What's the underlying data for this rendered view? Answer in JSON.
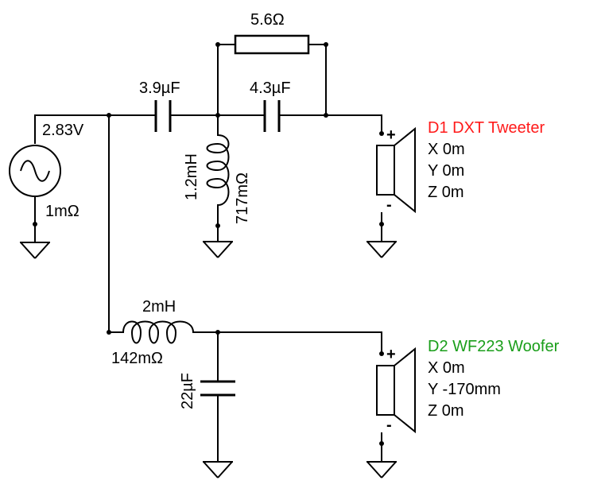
{
  "source": {
    "voltage": "2.83V",
    "resistance": "1mΩ"
  },
  "tweeter_filter": {
    "r_parallel": "5.6Ω",
    "c1": "3.9µF",
    "c2": "4.3µF",
    "l_value": "1.2mH",
    "l_resistance": "717mΩ"
  },
  "woofer_filter": {
    "l_value": "2mH",
    "l_resistance": "142mΩ",
    "c_value": "22µF"
  },
  "drivers": [
    {
      "name": "D1 DXT Tweeter",
      "x": "X 0m",
      "y": "Y 0m",
      "z": "Z 0m",
      "color": "#ff1a1a"
    },
    {
      "name": "D2 WF223 Woofer",
      "x": "X 0m",
      "y": "Y -170mm",
      "z": "Z 0m",
      "color": "#1a9e1a"
    }
  ],
  "polarity": {
    "plus": "+",
    "minus": "-"
  }
}
